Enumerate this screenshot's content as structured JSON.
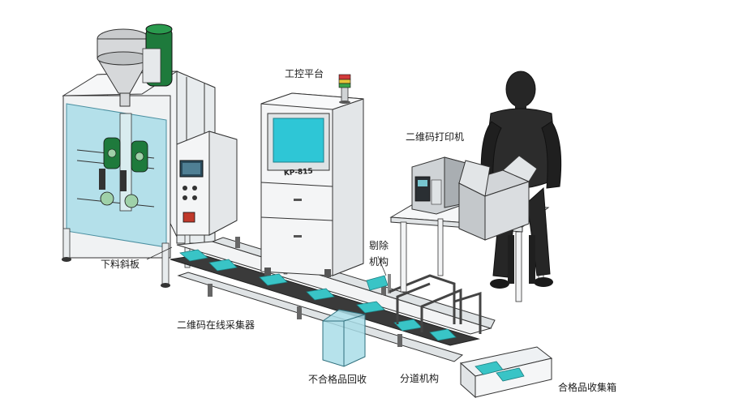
{
  "labels": {
    "ipc_platform": "工控平台",
    "qr_printer": "二维码打印机",
    "reject_mech_line1": "剔除",
    "reject_mech_line2": "机构",
    "feed_chute": "下料斜板",
    "qr_online_reader": "二维码在线采集器",
    "reject_bin": "不合格品回收",
    "sorting_mech": "分道机构",
    "good_bin": "合格品收集箱"
  },
  "cabinet_marking": "KP-815",
  "colors": {
    "line": "#333333",
    "metal": "#eef1f3",
    "hopper": "#d6d8da",
    "roller_green": "#1e7a3c",
    "glass": "#a9dde8",
    "screen": "#2ec6d6",
    "bag": "#39c4c6",
    "belt": "#3a3a3a",
    "robot": "#262626"
  }
}
